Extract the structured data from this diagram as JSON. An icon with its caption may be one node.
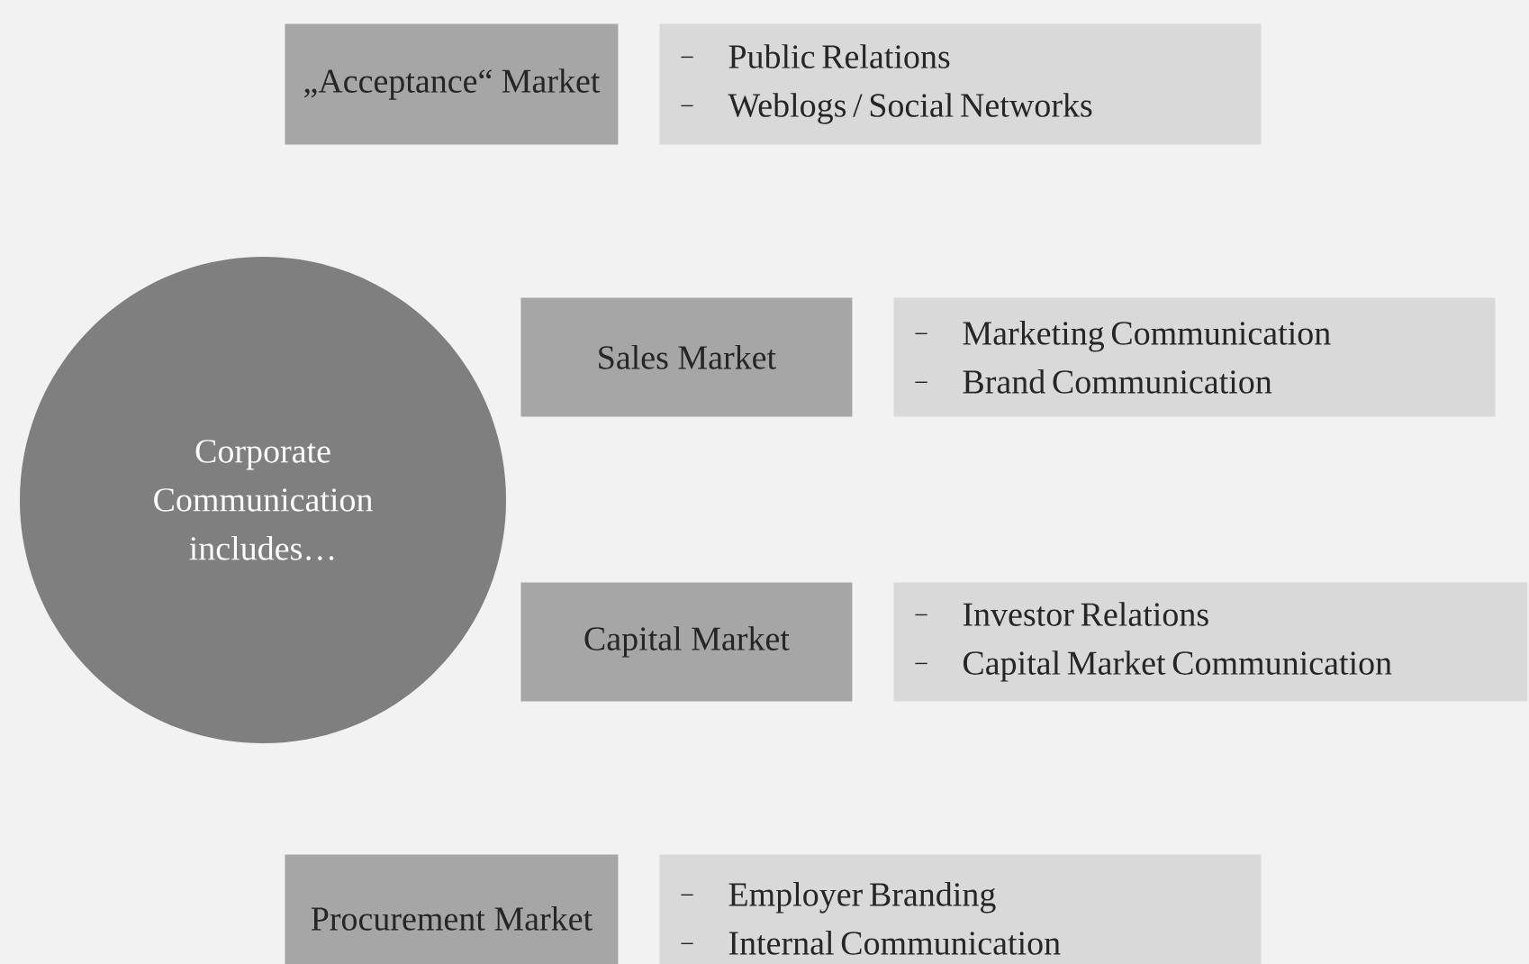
{
  "diagram": {
    "nodes": [
      {
        "text": [
          "Corporate Communication includes…"
        ]
      },
      {
        "text": [
          "„Acceptance“ Market"
        ]
      },
      {
        "text": [
          "Public Relations",
          "Weblogs / Social Networks"
        ]
      },
      {
        "text": [
          "Sales Market"
        ]
      },
      {
        "text": [
          "Marketing Communication",
          "Brand Communication"
        ]
      },
      {
        "text": [
          "Capital Market"
        ]
      },
      {
        "text": [
          "Investor Relations",
          "Capital Market Communication"
        ]
      },
      {
        "text": [
          "Procurement Market"
        ]
      },
      {
        "text": [
          "Employer Branding",
          "Internal Communication"
        ]
      }
    ]
  }
}
